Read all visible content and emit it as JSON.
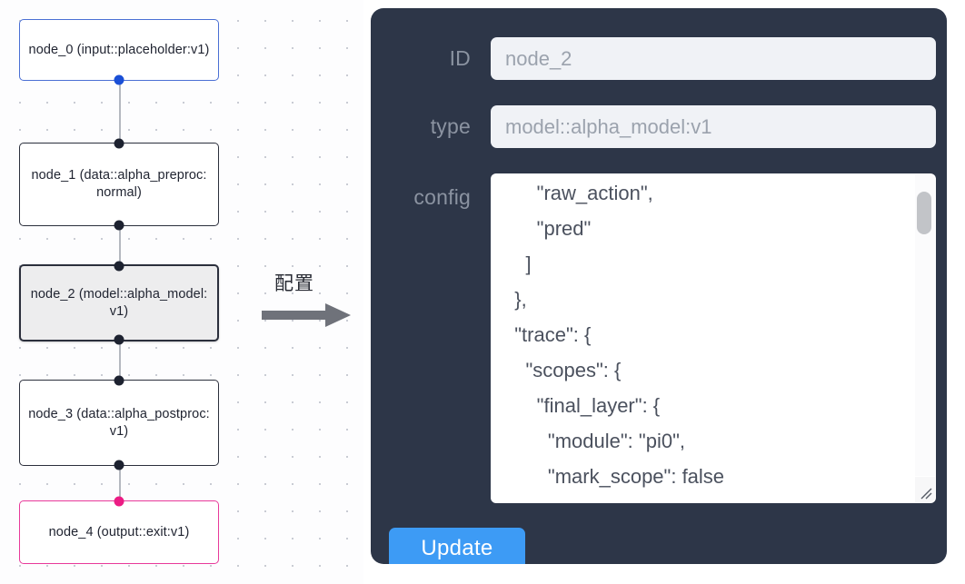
{
  "canvas": {
    "nodes": [
      {
        "id": "node_0",
        "label": "node_0\n(input::placeholder:v1)",
        "kind": "input"
      },
      {
        "id": "node_1",
        "label": "node_1\n(data::alpha_preproc:normal)",
        "kind": "default"
      },
      {
        "id": "node_2",
        "label": "node_2\n(model::alpha_model:v1)",
        "kind": "selected"
      },
      {
        "id": "node_3",
        "label": "node_3\n(data::alpha_postproc:v1)",
        "kind": "default"
      },
      {
        "id": "node_4",
        "label": "node_4\n(output::exit:v1)",
        "kind": "output"
      }
    ],
    "colors": {
      "input_border": "#4a6fd4",
      "output_border": "#e8399a",
      "default_border": "#2b2f3c",
      "selected_fill": "#ededee",
      "edge": "#b4b8c0",
      "handle": "#1d2230",
      "handle_input": "#1a4fd6",
      "handle_output": "#ec1c84"
    }
  },
  "arrow": {
    "label": "配置",
    "color": "#6f727a"
  },
  "panel": {
    "background": "#2d3648",
    "fields": {
      "id": {
        "label": "ID",
        "value": "node_2",
        "placeholder": "node_2"
      },
      "type": {
        "label": "type",
        "value": "model::alpha_model:v1",
        "placeholder": "model::alpha_model:v1"
      },
      "config": {
        "label": "config",
        "value": "      \"raw_action\",\n      \"pred\"\n    ]\n  },\n  \"trace\": {\n    \"scopes\": {\n      \"final_layer\": {\n        \"module\": \"pi0\",\n        \"mark_scope\": false\n      },\n      \"action_model\": {"
      }
    },
    "update_button": {
      "label": "Update",
      "color": "#3d9bf5"
    }
  }
}
